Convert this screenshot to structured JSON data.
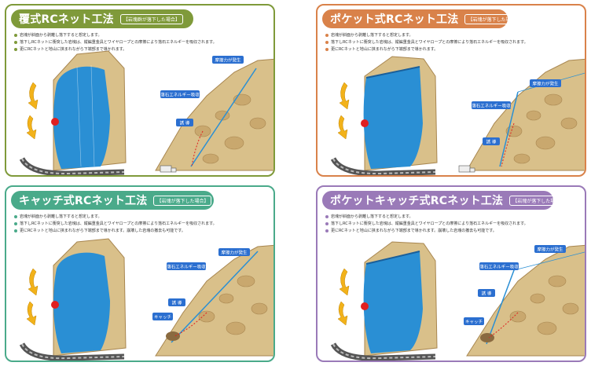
{
  "panels": [
    {
      "id": "p1",
      "title": "覆式RCネット工法",
      "note": "【岩塊群が落下した場合】",
      "color": "#7f9a3a",
      "bullets": [
        "岩塊が斜面から剥離し落下すると想定します。",
        "落下しRCネットに衝突した岩塊は、縦編重金具とワイヤロープとの摩擦により落石エネルギーを吸収されます。",
        "更にRCネットと地山に挟まれながら下端部まで導かれます。"
      ],
      "labels": {
        "friction": "摩擦力が発生",
        "energy": "落石エネルギー吸収",
        "guide": "誘 導"
      }
    },
    {
      "id": "p2",
      "title": "ポケット式RCネット工法",
      "note": "【岩塊が落下した場合】",
      "color": "#d9824a",
      "bullets": [
        "岩塊が斜面から剥離し落下すると想定します。",
        "落下しRCネットに衝突した岩塊は、縦編重金具とワイヤロープとの摩擦により落石エネルギーを吸収されます。",
        "更にRCネットと地山に挟まれながら下端部まで導かれます。"
      ],
      "labels": {
        "friction": "摩擦力が発生",
        "energy": "落石エネルギー吸収",
        "guide": "誘 導"
      }
    },
    {
      "id": "p3",
      "title": "キャッチ式RCネット工法",
      "note": "【岩塊が落下した場合】",
      "color": "#4aaa8a",
      "bullets": [
        "岩塊が斜面から剥離し落下すると想定します。",
        "落下しRCネットに衝突した岩塊は、縦編重金具とワイヤロープとの摩擦により落石エネルギーを吸収されます。",
        "更にRCネットと地山に挟まれながら下端部まで導かれます。崩壊した岩塊の撤去も可能です。"
      ],
      "labels": {
        "friction": "摩擦力が発生",
        "energy": "落石エネルギー吸収",
        "guide": "誘 導",
        "catch": "キャッチ"
      }
    },
    {
      "id": "p4",
      "title": "ポケットキャッチ式RCネット工法",
      "note": "【岩塊が落下した場合】",
      "color": "#9a7ab8",
      "bullets": [
        "岩塊が斜面から剥離し落下すると想定します。",
        "落下しRCネットに衝突した岩塊は、縦編重金具とワイヤロープとの摩擦により落石エネルギーを吸収されます。",
        "更にRCネットと地山に挟まれながら下端部まで導かれます。崩壊した岩塊の撤去も可能です。"
      ],
      "labels": {
        "friction": "摩擦力が発生",
        "energy": "落石エネルギー吸収",
        "guide": "誘 導",
        "catch": "キャッチ"
      }
    }
  ],
  "icon_names": [
    "rockfall-arrow-icon",
    "impact-point-icon",
    "truck-icon"
  ],
  "colors": {
    "net_blue": "#2a8fd4",
    "rock": "#d9c08a",
    "rock_dark": "#a88650",
    "impact_red": "#e02020",
    "label_blue": "#2b6fd0"
  }
}
